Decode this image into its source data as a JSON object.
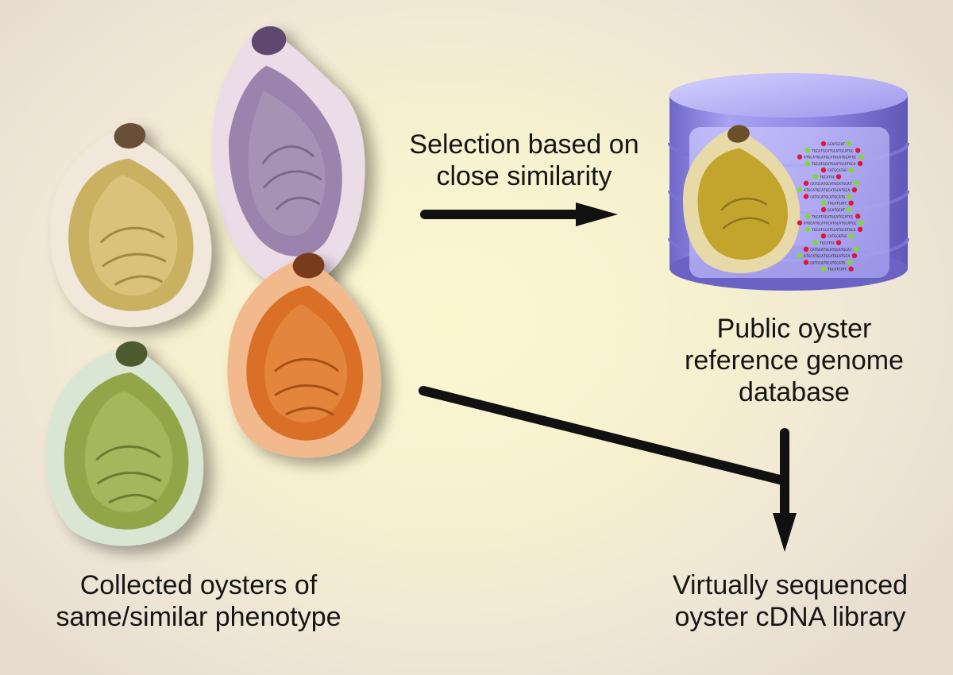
{
  "labels": {
    "selection": [
      "Selection based on",
      "close similarity"
    ],
    "public_db": [
      "Public oyster",
      "reference genome",
      "database"
    ],
    "collected": [
      "Collected oysters of",
      "same/similar phenotype"
    ],
    "virtual": [
      "Virtually sequenced",
      "oyster cDNA library"
    ]
  },
  "oysters": [
    {
      "name": "purple-oyster",
      "color": "#8c74a0"
    },
    {
      "name": "beige-oyster",
      "color": "#c6ad62"
    },
    {
      "name": "orange-oyster",
      "color": "#d7702a"
    },
    {
      "name": "green-oyster",
      "color": "#8ea347"
    },
    {
      "name": "database-oyster",
      "color": "#c9b03a"
    }
  ],
  "database": {
    "color": "#8f89e0",
    "sequences": [
      "GCATGCAT",
      "TGCATGCATGCATGCATGC",
      "ATGCATGCATGCATGCATGCATGC",
      "TGCATGCATGCATGCATGCA",
      "CATGCATGC",
      "TGCATGC",
      "CATGCATGCATGCATGCAT",
      "ATGCATGCATGCATGCATGCA",
      "CATGCATGCATGCATG",
      "TGCATCATC",
      "GCATGCAT",
      "TGCATGCATGCATGCATGC",
      "ATGCATGCATGCATGCATGCATGC",
      "TGCATGCATGCATGCATGCA",
      "CATGCATGC",
      "TGCATGC",
      "CATGCATGCATGCATGCAT",
      "ATGCATGCATGCATGCATGCA",
      "CATGCATGCATGCATG",
      "TGCATCATC"
    ],
    "marker_colors": [
      "#e0143c",
      "#7ddc2a"
    ]
  }
}
